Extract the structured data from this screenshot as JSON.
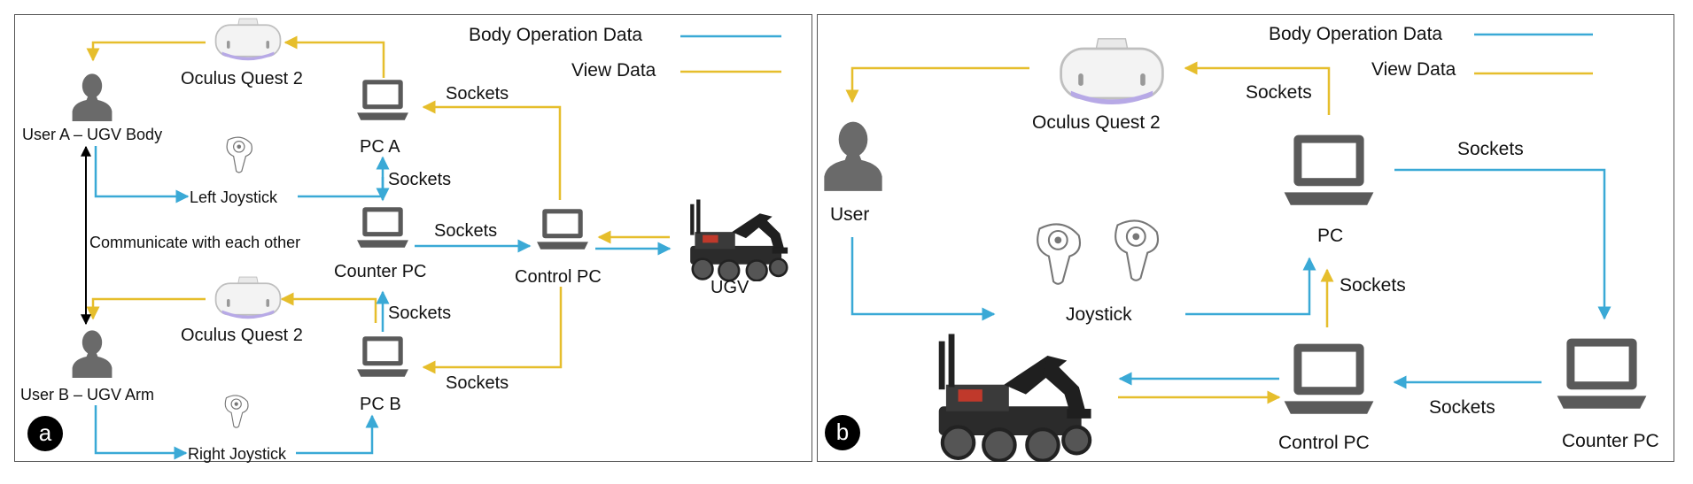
{
  "colors": {
    "body_operation": "#3aa9d6",
    "view": "#e6be2c",
    "device": "#5a5a5a",
    "communicate": "#000000"
  },
  "legend": {
    "body_operation_label": "Body Operation Data",
    "view_label": "View Data"
  },
  "panel_a": {
    "badge": "a",
    "headset_top": "Oculus Quest 2",
    "headset_bottom": "Oculus Quest 2",
    "user_a": "User A – UGV Body",
    "user_b": "User B – UGV Arm",
    "pc_a": "PC A",
    "pc_b": "PC B",
    "counter_pc": "Counter PC",
    "control_pc": "Control PC",
    "ugv": "UGV",
    "left_joystick": "Left Joystick",
    "right_joystick": "Right Joystick",
    "communicate": "Communicate with each other",
    "sockets": "Sockets"
  },
  "panel_b": {
    "badge": "b",
    "headset": "Oculus Quest 2",
    "user": "User",
    "joystick": "Joystick",
    "pc": "PC",
    "control_pc": "Control PC",
    "counter_pc": "Counter PC",
    "sockets": "Sockets"
  }
}
